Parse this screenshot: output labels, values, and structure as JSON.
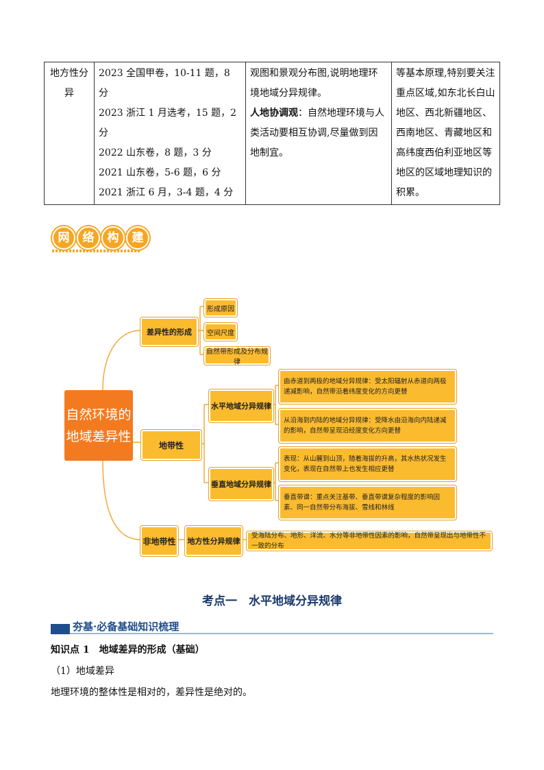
{
  "table": {
    "col1": [
      "地方性分",
      "异"
    ],
    "col2": [
      "2023 全国甲卷，10-11 题，8 分",
      "2023 浙江 1 月选考，15 题，2 分",
      "2022 山东卷，8 题，3 分",
      "2021 山东卷，5-6 题，6 分",
      "2021 浙江 6 月，3-4 题，4 分"
    ],
    "col3_line1": "观图和景观分布图,说明地理环",
    "col3_line2": "境地域分异规律。",
    "col3_bold": "人地协调观",
    "col3_rest": "：自然地理环境与人类活动要相互协调,尽量做到因地制宜。",
    "col4": "等基本原理,特别要关注重点区域,如东北长白山地区、西北新疆地区、西南地区、青藏地区和高纬度西伯利亚地区等地区的区域地理知识的积累。"
  },
  "banner": [
    "网",
    "络",
    "构",
    "建"
  ],
  "mindmap": {
    "root": "自然环境的地域差异性",
    "branch_formation": "差异性的形成",
    "formation_leaves": [
      "形成原因",
      "空间尺度",
      "自然带形成及分布规律"
    ],
    "branch_zonal": "地带性",
    "horizontal": "水平地域分异规律",
    "horizontal_leaves": [
      "由赤道到两极的地域分异规律：受太阳辐射从赤道向两极递减影响，自然带沿着纬度变化的方向更替",
      "从沿海到内陆的地域分异规律：受降水由沿海向内陆递减的影响，自然带呈现沿经度变化方向更替"
    ],
    "vertical": "垂直地域分异规律",
    "vertical_leaves": [
      "表现：从山麓到山顶，随着海拔的升高，其水热状况发生变化，表现在自然带上也发生相应更替",
      "垂直带谱：重点关注基带、垂直带谱复杂程度的影响因素、同一自然带分布海拔、雪线和林线"
    ],
    "branch_nonzonal": "非地带性",
    "local": "地方性分异规律",
    "local_leaf": "受海陆分布、地形、洋流、水分等非地带性因素的影响，自然带呈现出与地带性不一致的分布"
  },
  "section": {
    "heading": "考点一　水平地域分异规律",
    "subheading": "夯基·必备基础知识梳理",
    "kp": "知识点 1　地域差异的形成（基础）",
    "item": "（1）地域差异",
    "text": "地理环境的整体性是相对的，差异性是绝对的。"
  },
  "colors": {
    "orange": "#f47a20",
    "yellow": "#fbbb2f",
    "navy": "#1f4e8c"
  }
}
